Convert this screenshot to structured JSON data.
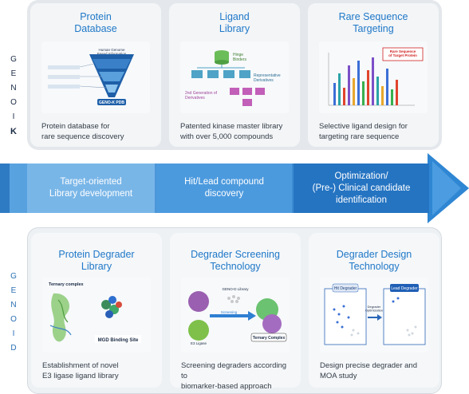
{
  "side_top": [
    "G",
    "E",
    "N",
    "O",
    "I",
    "K"
  ],
  "side_bottom": [
    "G",
    "E",
    "N",
    "O",
    "I",
    "D"
  ],
  "top_cards": [
    {
      "title": "Protein\nDatabase",
      "desc": "Protein database for\nrare sequence discovery",
      "img": {
        "labels": [
          "Human Genome\nBased Information",
          "GENO-K PDB"
        ]
      }
    },
    {
      "title": "Ligand\nLibrary",
      "desc": "Patented kinase master library\nwith over 5,000 compounds",
      "img": {
        "labels": [
          "Hinge\nBinders",
          "Representative\nDerivatives",
          "2nd Generation of\nDerivatives"
        ]
      }
    },
    {
      "title": "Rare Sequence\nTargeting",
      "desc": "Selective ligand design for\ntargeting rare sequence",
      "img": {
        "labels": [
          "Rare Sequence\nof Target Protein"
        ]
      }
    }
  ],
  "band": {
    "segments": [
      "Target-oriented\nLibrary development",
      "Hit/Lead compound\ndiscovery",
      "Optimization/\n(Pre-) Clinical candidate\nidentification"
    ],
    "colors": [
      "#6fb0e6",
      "#3f93d8",
      "#1d6fbb"
    ]
  },
  "bottom_cards": [
    {
      "title": "Protein Degrader\nLibrary",
      "desc": "Establishment of novel\nE3 ligase ligand library",
      "img": {
        "labels": [
          "Ternary complex",
          "MGD Binding Site"
        ]
      }
    },
    {
      "title": "Degrader Screening\nTechnology",
      "desc": "Screening degraders according to\nbiomarker-based approach",
      "img": {
        "labels": [
          "GENO-D Library",
          "Screening",
          "Ternary Complex",
          "E3 Ligase"
        ]
      }
    },
    {
      "title": "Degrader Design\nTechnology",
      "desc": "Design precise degrader and\nMOA study",
      "img": {
        "labels": [
          "Hit Degrader",
          "Degrader\nOptimization",
          "Lead Degrader"
        ]
      }
    }
  ]
}
